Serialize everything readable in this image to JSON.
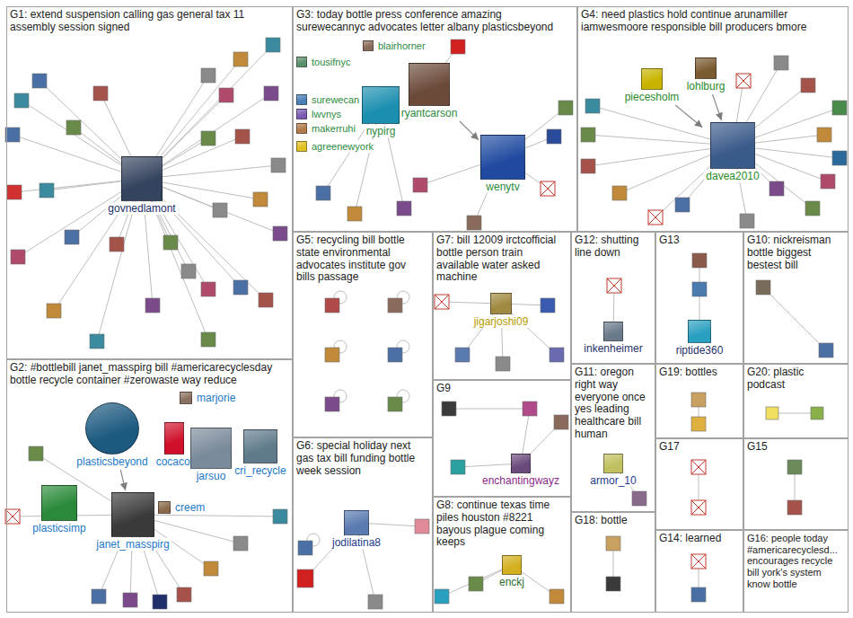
{
  "diagram": {
    "nodes": [
      {
        "text": [
          "G1: extend suspension calling gas general tax 11 assembly session signed"
        ]
      },
      {
        "text": [
          "govnedlamont"
        ],
        "in": 0
      },
      {
        "text": [
          "G3: today bottle press conference amazing surewecannyc advocates letter albany plasticsbeyond"
        ]
      },
      {
        "text": [
          "tousifnyc"
        ],
        "in": 2
      },
      {
        "text": [
          "blairhorner"
        ],
        "in": 2
      },
      {
        "text": [
          "surewecan"
        ],
        "in": 2
      },
      {
        "text": [
          "lwvnys"
        ],
        "in": 2
      },
      {
        "text": [
          "makerruhi"
        ],
        "in": 2
      },
      {
        "text": [
          "agreenewyork"
        ],
        "in": 2
      },
      {
        "text": [
          "nypirg"
        ],
        "in": 2
      },
      {
        "text": [
          "ryantcarson"
        ],
        "in": 2
      },
      {
        "text": [
          "wenytv"
        ],
        "in": 2
      },
      {
        "text": [
          "G4: need plastics hold continue arunamiller iamwesmoore responsible bill producers bmore"
        ]
      },
      {
        "text": [
          "lohlburg"
        ],
        "in": 12
      },
      {
        "text": [
          "piecesholm"
        ],
        "in": 12
      },
      {
        "text": [
          "davea2010"
        ],
        "in": 12
      },
      {
        "text": [
          "G5: recycling bill bottle state environmental advocates institute gov bills passage"
        ]
      },
      {
        "text": [
          "G7: bill 12009 irctcofficial bottle person train available water asked machine"
        ]
      },
      {
        "text": [
          "jigarjoshi09"
        ],
        "in": 17
      },
      {
        "text": [
          "G12: shutting line down"
        ]
      },
      {
        "text": [
          "inkenheimer"
        ],
        "in": 19
      },
      {
        "text": [
          "G13"
        ]
      },
      {
        "text": [
          "riptide360"
        ],
        "in": 21
      },
      {
        "text": [
          "G10: nickreisman bottle biggest bestest bill"
        ]
      },
      {
        "text": [
          "G2: #bottlebill janet_masspirg bill #americarecyclesday bottle recycle container #zerowaste way reduce"
        ]
      },
      {
        "text": [
          "marjorie"
        ],
        "in": 24
      },
      {
        "text": [
          "plasticsbeyond"
        ],
        "in": 24
      },
      {
        "text": [
          "cocacol"
        ],
        "in": 24
      },
      {
        "text": [
          "jarsuo"
        ],
        "in": 24
      },
      {
        "text": [
          "cri_recycle"
        ],
        "in": 24
      },
      {
        "text": [
          "creem"
        ],
        "in": 24
      },
      {
        "text": [
          "plasticsimp"
        ],
        "in": 24
      },
      {
        "text": [
          "janet_masspirg"
        ],
        "in": 24
      },
      {
        "text": [
          "G9"
        ]
      },
      {
        "text": [
          "enchantingwayz"
        ],
        "in": 33
      },
      {
        "text": [
          "G11: oregon right way everyone once yes leading healthcare bill human"
        ]
      },
      {
        "text": [
          "armor_10"
        ],
        "in": 35
      },
      {
        "text": [
          "G19: bottles"
        ]
      },
      {
        "text": [
          "G20: plastic podcast"
        ]
      },
      {
        "text": [
          "G6: special holiday next gas tax bill funding bottle week session"
        ]
      },
      {
        "text": [
          "jodilatina8"
        ],
        "in": 39
      },
      {
        "text": [
          "G8: continue texas time piles houston #8221 bayous plague coming keeps"
        ]
      },
      {
        "text": [
          "enckj"
        ],
        "in": 41
      },
      {
        "text": [
          "G17"
        ]
      },
      {
        "text": [
          "G15"
        ]
      },
      {
        "text": [
          "G18: bottle"
        ]
      },
      {
        "text": [
          "G14: learned"
        ]
      },
      {
        "text": [
          "G16: people today #americarecyclesd... encourages recycle bill york's system know bottle"
        ]
      }
    ],
    "edges": [
      {
        "from": 10,
        "to": 11,
        "arrow": "to"
      },
      {
        "from": 13,
        "to": 15,
        "arrow": "to"
      },
      {
        "from": 14,
        "to": 15,
        "arrow": "to"
      },
      {
        "from": 26,
        "to": 32,
        "arrow": "to"
      }
    ]
  }
}
